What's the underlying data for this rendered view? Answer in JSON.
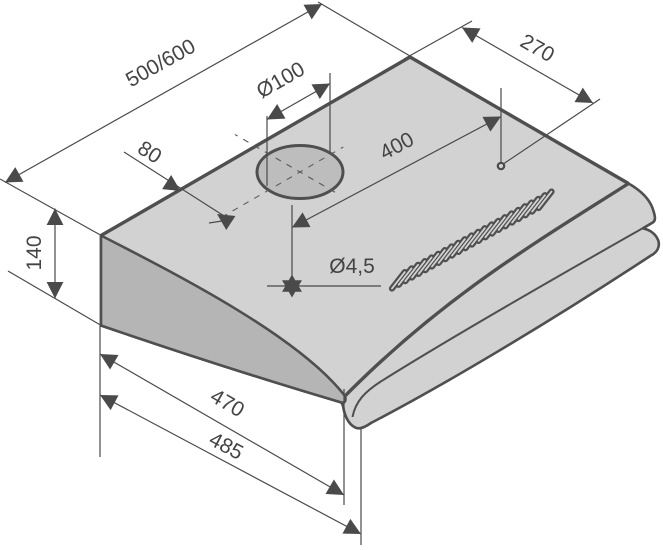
{
  "title": "Cooker hood installation dimensions",
  "diagram_type": "isometric technical drawing",
  "dimensions": {
    "width": "500/600",
    "top_depth": "270",
    "duct_dia": "Ø100",
    "duct_offset": "80",
    "hole_dist": "400",
    "height": "140",
    "hole_dia": "Ø4,5",
    "bottom_depth": "470",
    "total_depth": "485"
  },
  "dimension_list": [
    {
      "label": "500/600",
      "measures": "hood width"
    },
    {
      "label": "270",
      "measures": "top depth to mounting hole"
    },
    {
      "label": "Ø100",
      "measures": "duct outlet diameter"
    },
    {
      "label": "80",
      "measures": "duct outlet offset from rear edge"
    },
    {
      "label": "400",
      "measures": "duct centre to mounting hole"
    },
    {
      "label": "140",
      "measures": "body height"
    },
    {
      "label": "Ø4,5",
      "measures": "mounting hole diameter"
    },
    {
      "label": "470",
      "measures": "depth to front corner"
    },
    {
      "label": "485",
      "measures": "overall depth"
    }
  ],
  "features": {
    "vent_slot_count": 23,
    "duct_opening": "circular outlet on top surface",
    "mounting_hole_marker": "six-pointed star",
    "small_hole": "rear mounting hole"
  },
  "colors": {
    "background": "#ffffff",
    "surface": "#d2d2d2",
    "shaded": "#b5b5b5",
    "vent": "#bdbdbd",
    "edge": "#4f4f4f",
    "thin": "#4a4a4a",
    "text": "#444444"
  }
}
